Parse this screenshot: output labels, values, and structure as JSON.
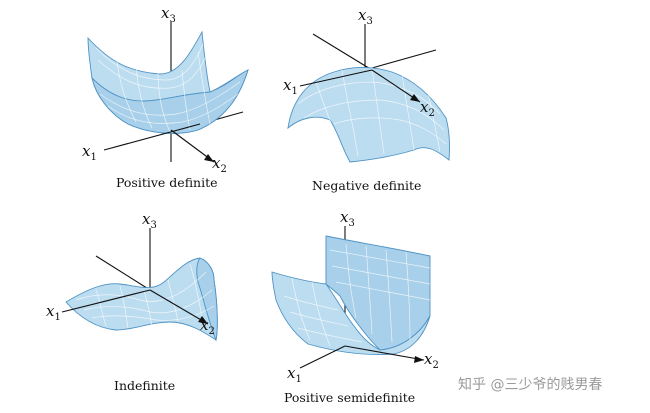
{
  "panels": [
    {
      "id": "positive-definite",
      "caption": "Positive definite",
      "axes": {
        "x1": "x",
        "x1_sub": "1",
        "x2": "x",
        "x2_sub": "2",
        "x3": "x",
        "x3_sub": "3"
      }
    },
    {
      "id": "negative-definite",
      "caption": "Negative definite",
      "axes": {
        "x1": "x",
        "x1_sub": "1",
        "x2": "x",
        "x2_sub": "2",
        "x3": "x",
        "x3_sub": "3"
      }
    },
    {
      "id": "indefinite",
      "caption": "Indefinite",
      "axes": {
        "x1": "x",
        "x1_sub": "1",
        "x2": "x",
        "x2_sub": "2",
        "x3": "x",
        "x3_sub": "3"
      }
    },
    {
      "id": "positive-semidefinite",
      "caption": "Positive semidefinite",
      "axes": {
        "x1": "x",
        "x1_sub": "1",
        "x2": "x",
        "x2_sub": "2",
        "x3": "x",
        "x3_sub": "3"
      }
    }
  ],
  "watermark": "知乎 @三少爷的贱男春",
  "colors": {
    "surface": "#bcdcf0",
    "surface_edge": "#4e93c4",
    "axis": "#111111"
  }
}
